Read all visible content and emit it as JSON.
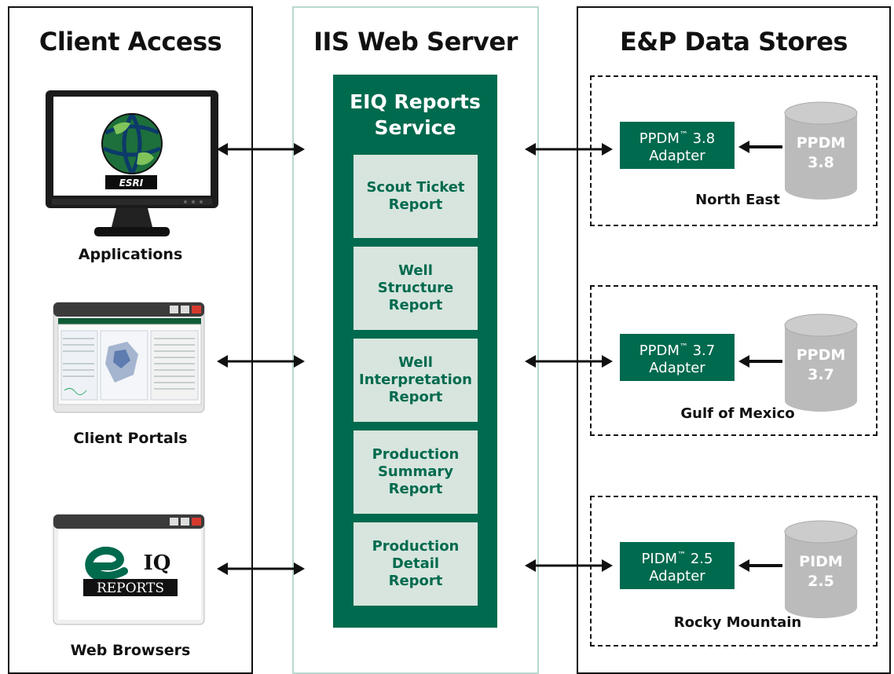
{
  "columns": {
    "client_access": "Client Access",
    "iis_web_server": "IIS Web Server",
    "data_stores": "E&P Data Stores"
  },
  "clients": {
    "applications": "Applications",
    "client_portals": "Client Portals",
    "web_browsers": "Web Browsers",
    "esri_logo": "ESRI",
    "eiq_logo_iq": "IQ",
    "eiq_logo_reports": "REPORTS"
  },
  "service": {
    "title": "EIQ Reports\nService",
    "reports": [
      "Scout Ticket\nReport",
      "Well\nStructure\nReport",
      "Well\nInterpretation\nReport",
      "Production\nSummary\nReport",
      "Production\nDetail\nReport"
    ]
  },
  "regions": [
    {
      "name": "North East",
      "adapter_name": "PPDM",
      "adapter_version": "3.8",
      "adapter_suffix": "Adapter",
      "db_label": "PPDM\n3.8"
    },
    {
      "name": "Gulf of Mexico",
      "adapter_name": "PPDM",
      "adapter_version": "3.7",
      "adapter_suffix": "Adapter",
      "db_label": "PPDM\n3.7"
    },
    {
      "name": "Rocky Mountain",
      "adapter_name": "PIDM",
      "adapter_version": "2.5",
      "adapter_suffix": "Adapter",
      "db_label": "PIDM\n2.5"
    }
  ],
  "trademark": "™",
  "colors": {
    "brand_green": "#006a4e",
    "report_box": "#d7e5de",
    "database_gray": "#bbbbbb"
  }
}
